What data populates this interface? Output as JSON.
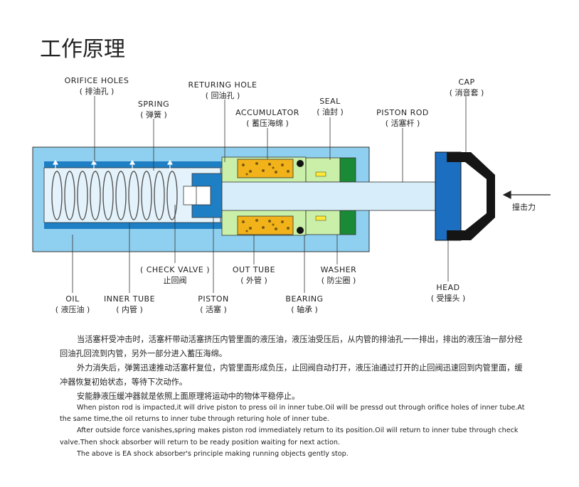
{
  "page": {
    "title": "工作原理"
  },
  "labels": {
    "orifice_holes": {
      "en": "ORIFICE HOLES",
      "zh": "( 排油孔 )"
    },
    "spring": {
      "en": "SPRING",
      "zh": "( 弹簧 )"
    },
    "returning_hole": {
      "en": "RETURING HOLE",
      "zh": "( 回油孔 )"
    },
    "accumulator": {
      "en": "ACCUMULATOR",
      "zh": "( 蓄压海绵 )"
    },
    "seal": {
      "en": "SEAL",
      "zh": "( 油封 )"
    },
    "piston_rod": {
      "en": "PISTON ROD",
      "zh": "( 活塞杆 )"
    },
    "cap": {
      "en": "CAP",
      "zh": "( 消音套 )"
    },
    "force": {
      "zh": "撞击力"
    },
    "check_valve": {
      "en": "( CHECK VALVE )",
      "zh": "止回阀"
    },
    "out_tube": {
      "en": "OUT TUBE",
      "zh": "( 外管 )"
    },
    "washer": {
      "en": "WASHER",
      "zh": "( 防尘圈 )"
    },
    "oil": {
      "en": "OIL",
      "zh": "( 液压油 )"
    },
    "inner_tube": {
      "en": "INNER TUBE",
      "zh": "( 内管 )"
    },
    "piston": {
      "en": "PISTON",
      "zh": "( 活塞 )"
    },
    "bearing": {
      "en": "BEARING",
      "zh": "( 轴承 )"
    },
    "head": {
      "en": "HEAD",
      "zh": "( 受撞头 )"
    }
  },
  "description_zh": [
    "当活塞杆受冲击时，活塞杆带动活塞挤压内管里面的液压油，液压油受压后，从内管的排油孔一一排出，排出的液压油一部分经回油孔回流到内管，另外一部分进入蓄压海绵。",
    "外力消失后，弹簧迅速推动活塞杆复位，内管里面形成负压，止回阀自动打开，液压油通过打开的止回阀迅速回到内管里面，缓冲器恢复初始状态，等待下次动作。",
    "安能静液压缓冲器就是依照上面原理将运动中的物体平稳停止。"
  ],
  "description_en": [
    "When piston rod is impacted,it will drive piston to press oil in inner tube.Oil will be pressd out through orifice holes of inner tube.At the same time,the oil returns to inner tube through returing hole of inner tube.",
    "After outside force vanishes,spring makes piston rod immediately return to its position.Oil will return to inner tube through check valve.Then shock absorber will return to be ready position waiting for next action.",
    "The above is EA shock absorber's principle making running objects gently stop."
  ],
  "colors": {
    "outer_blue": "#8fd0f0",
    "inner_blue": "#1e7fc4",
    "rod_blue": "#d7eefa",
    "green": "#c9efa8",
    "accumulator": "#f2b21a",
    "head_blue": "#1c6fc0",
    "cap_black": "#151515"
  }
}
